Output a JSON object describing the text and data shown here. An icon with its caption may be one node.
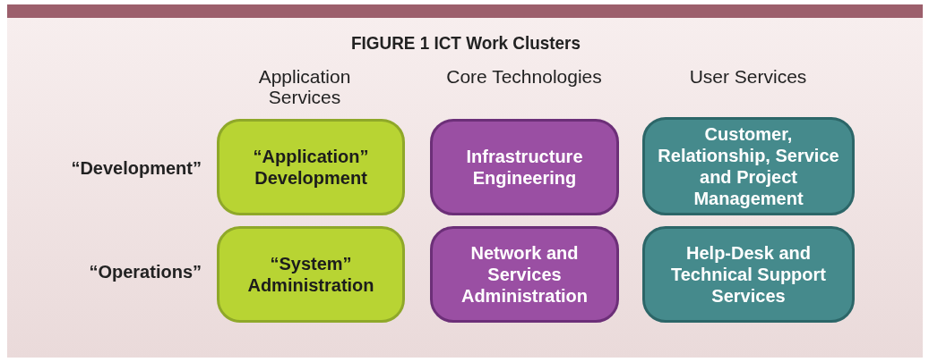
{
  "diagram": {
    "title": "FIGURE 1 ICT Work Clusters",
    "nodes": [
      {
        "text": [
          "“Application” Development"
        ]
      },
      {
        "text": [
          "Infrastructure Engineering"
        ]
      },
      {
        "text": [
          "Customer, Relationship, Service and Project Management"
        ]
      },
      {
        "text": [
          "“System” Administration"
        ]
      },
      {
        "text": [
          "Network and Services Administration"
        ]
      },
      {
        "text": [
          "Help-Desk and Technical Support Services"
        ]
      }
    ],
    "labels": [
      "Application Services",
      "Core Technologies",
      "User Services",
      "“Development”",
      "“Operations”"
    ]
  }
}
